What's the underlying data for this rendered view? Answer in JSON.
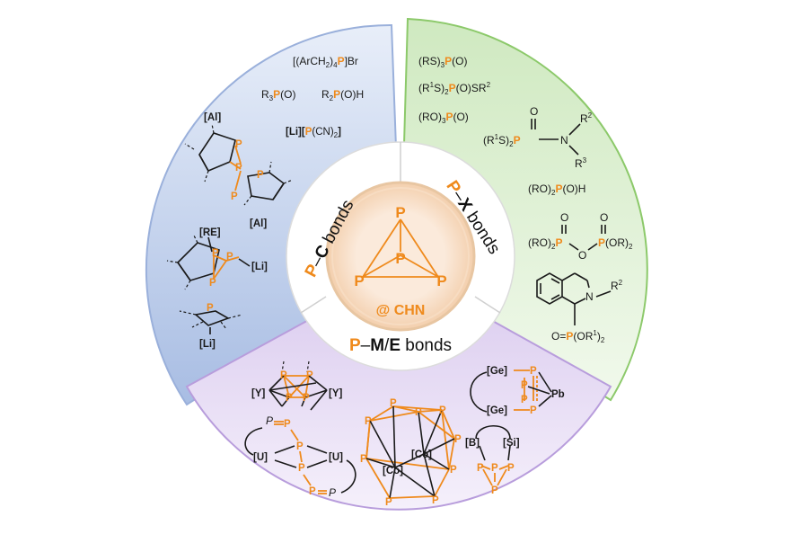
{
  "center": {
    "core_label": "@ CHN",
    "atom": "P"
  },
  "ring_labels": {
    "pc": {
      "el": "P",
      "dash": "–",
      "x": "C",
      "rest": " bonds"
    },
    "px": {
      "el": "P",
      "dash": "–",
      "x": "X",
      "rest": " bonds"
    },
    "pme": {
      "el": "P",
      "dash": "–",
      "x": "M",
      "slash": "/",
      "x2": "E",
      "rest": " bonds"
    }
  },
  "pc_sector": {
    "formula1": {
      "pre": "[(ArCH",
      "sub": "2",
      "mid": ")",
      "sub2": "4",
      "el": "P",
      "post": "]Br"
    },
    "formula2": {
      "pre": "R",
      "sub": "3",
      "el": "P",
      "post": "(O)"
    },
    "formula3": {
      "pre": "R",
      "sub": "2",
      "el": "P",
      "post": "(O)H"
    },
    "formula4": {
      "pre": "[Li][",
      "el": "P",
      "post": "(CN)",
      "sub": "2",
      "end": "]"
    },
    "al_top": "[Al]",
    "al_bottom": "[Al]",
    "re": "[RE]",
    "li1": "[Li]",
    "li2": "[Li]"
  },
  "px_sector": {
    "f1": {
      "pre": "(RS)",
      "sub": "3",
      "el": "P",
      "post": "(O)"
    },
    "f2": {
      "pre": "(R",
      "sup": "1",
      "mid": "S)",
      "sub": "2",
      "el": "P",
      "post": "(O)SR",
      "sup2": "2"
    },
    "f3": {
      "pre": "(RO)",
      "sub": "3",
      "el": "P",
      "post": "(O)"
    },
    "f4": {
      "pre": "(RO)",
      "sub": "2",
      "el": "P",
      "post": "(O)H"
    },
    "amide": {
      "pre": "(R",
      "sup": "1",
      "mid": "S)",
      "sub": "2",
      "el": "P",
      "n": "N",
      "r2": "R",
      "r2sup": "2",
      "r3": "R",
      "r3sup": "3",
      "o": "O"
    },
    "pyro": {
      "pre": "(RO)",
      "sub": "2",
      "el1": "P",
      "o": "O",
      "el2": "P",
      "post": "(OR)",
      "sub2": "2"
    },
    "isoq": {
      "n": "N",
      "r2": "R",
      "r2sup": "2",
      "o": "O=",
      "el": "P",
      "post": "(OR",
      "sup": "1",
      "end": ")",
      "sub": "2"
    }
  },
  "pme_sector": {
    "y1": "[Y]",
    "y2": "[Y]",
    "u1": "[U]",
    "u2": "[U]",
    "co1": "[Co]",
    "co2": "[Co]",
    "ge1": "[Ge]",
    "ge2": "[Ge]",
    "pb": "Pb",
    "b": "[B]",
    "si": "[Si]",
    "pp1": "P",
    "pp2": "P"
  },
  "colors": {
    "phosphorus": "#ef8a1c",
    "pc_fill": "#c9d6ee",
    "pc_stroke": "#8fa8d6",
    "px_fill": "#dcefcf",
    "px_stroke": "#8cc96a",
    "pme_fill": "#e6dcf3",
    "pme_stroke": "#b79bdc",
    "core_fill": "#fbe9d7"
  }
}
